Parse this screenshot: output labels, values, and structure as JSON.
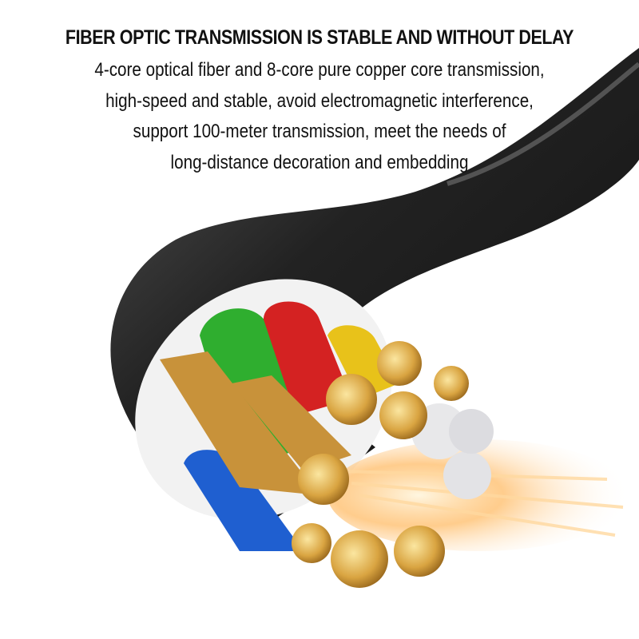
{
  "heading": "FIBER OPTIC TRANSMISSION IS STABLE AND WITHOUT DELAY",
  "description_lines": [
    "4-core optical fiber and 8-core pure copper core transmission,",
    "high-speed and stable, avoid electromagnetic interference,",
    "support 100-meter transmission, meet the needs of",
    "long-distance decoration and embedding"
  ],
  "colors": {
    "jacket": "#1c1c1c",
    "copper": "#d9a441",
    "wire_green": "#2fae2f",
    "wire_red": "#d42222",
    "wire_yellow": "#e8c21a",
    "wire_blue": "#1f5fd0",
    "fiber_glow": "#ffb060"
  }
}
